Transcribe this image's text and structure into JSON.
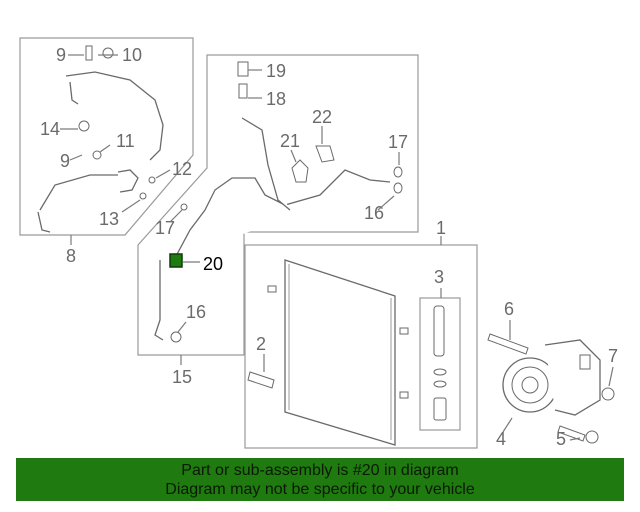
{
  "diagram": {
    "callouts": [
      {
        "id": "c9a",
        "label": "9"
      },
      {
        "id": "c10",
        "label": "10"
      },
      {
        "id": "c14",
        "label": "14"
      },
      {
        "id": "c11",
        "label": "11"
      },
      {
        "id": "c9b",
        "label": "9"
      },
      {
        "id": "c12",
        "label": "12"
      },
      {
        "id": "c13",
        "label": "13"
      },
      {
        "id": "c8",
        "label": "8"
      },
      {
        "id": "c19",
        "label": "19"
      },
      {
        "id": "c18",
        "label": "18"
      },
      {
        "id": "c22",
        "label": "22"
      },
      {
        "id": "c21",
        "label": "21"
      },
      {
        "id": "c17a",
        "label": "17"
      },
      {
        "id": "c16a",
        "label": "16"
      },
      {
        "id": "c17b",
        "label": "17"
      },
      {
        "id": "c20",
        "label": "20"
      },
      {
        "id": "c16b",
        "label": "16"
      },
      {
        "id": "c15",
        "label": "15"
      },
      {
        "id": "c1",
        "label": "1"
      },
      {
        "id": "c3",
        "label": "3"
      },
      {
        "id": "c2",
        "label": "2"
      },
      {
        "id": "c6",
        "label": "6"
      },
      {
        "id": "c7",
        "label": "7"
      },
      {
        "id": "c4",
        "label": "4"
      },
      {
        "id": "c5",
        "label": "5"
      }
    ],
    "highlighted_part": "20"
  },
  "banner": {
    "line1": "Part or sub-assembly is #20 in diagram",
    "line2": "Diagram may not be specific to your vehicle",
    "color": "#1f7a10"
  }
}
